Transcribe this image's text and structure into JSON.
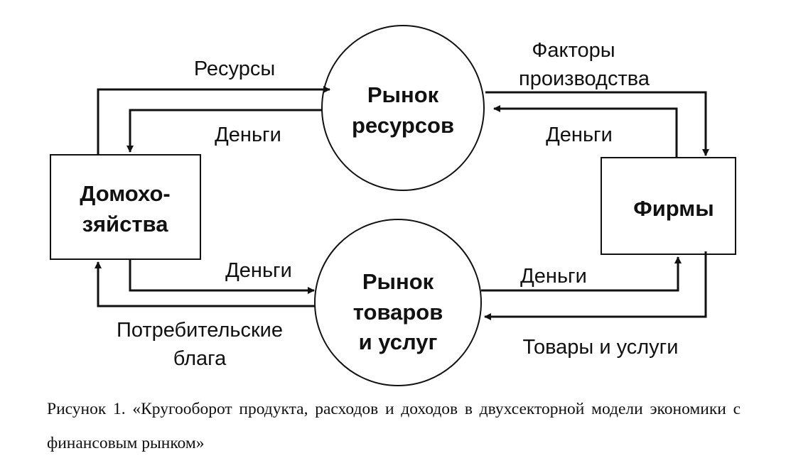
{
  "nodes": {
    "households": {
      "line1": "Домохо-",
      "line2": "зяйства"
    },
    "resource_market": {
      "line1": "Рынок",
      "line2": "ресурсов"
    },
    "firms": {
      "line1": "Фирмы"
    },
    "goods_market": {
      "line1": "Рынок",
      "line2": "товаров",
      "line3": "и услуг"
    }
  },
  "flows": {
    "resources": "Ресурсы",
    "money_to_households": "Деньги",
    "factors_line1": "Факторы",
    "factors_line2": "производства",
    "money_from_firms": "Деньги",
    "money_from_households": "Деньги",
    "money_to_firms": "Деньги",
    "consumer_goods_line1": "Потребительские",
    "consumer_goods_line2": "блага",
    "goods_services": "Товары и услуги"
  },
  "caption": "Рисунок 1.  «Кругооборот продукта, расходов и доходов в двухсекторной модели экономики с финансовым рынком»"
}
